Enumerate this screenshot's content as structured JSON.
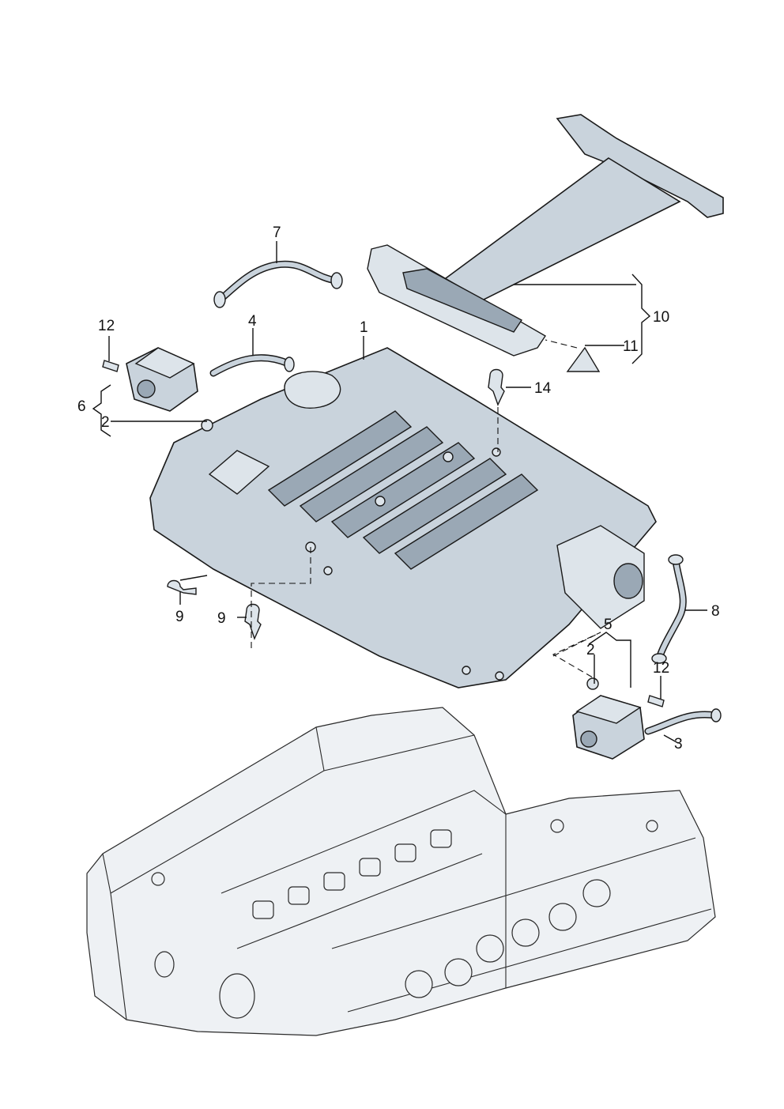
{
  "callouts": {
    "c1": "1",
    "c2a": "2",
    "c2b": "2",
    "c3": "3",
    "c4": "4",
    "c5": "5",
    "c6": "6",
    "c7": "7",
    "c8": "8",
    "c9a": "9",
    "c9b": "9",
    "c10": "10",
    "c11": "11",
    "c12a": "12",
    "c12b": "12",
    "c14": "14"
  },
  "colors": {
    "part_fill": "#c9d3dc",
    "outline": "#1a1a1a",
    "background": "#ffffff"
  }
}
